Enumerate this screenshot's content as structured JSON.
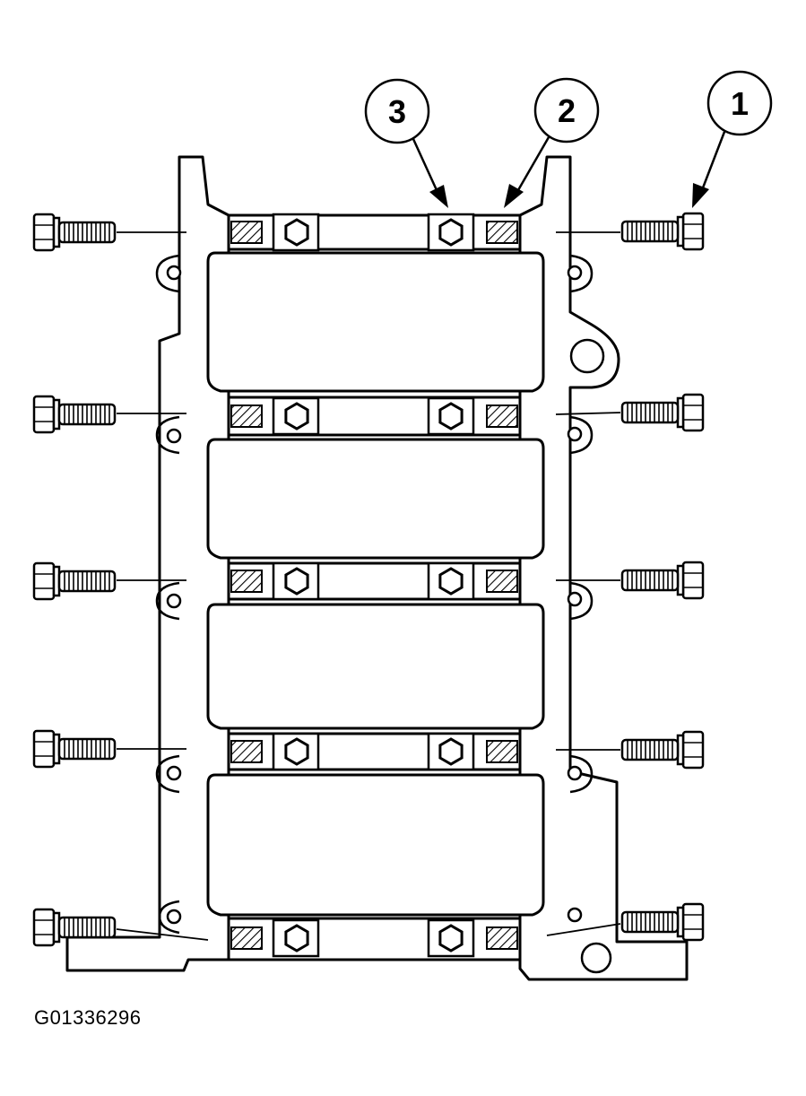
{
  "figure": {
    "id_label": "G01336296"
  },
  "callouts": [
    {
      "number": "1"
    },
    {
      "number": "2"
    },
    {
      "number": "3"
    }
  ],
  "colors": {
    "line": "#000000",
    "background": "#ffffff"
  }
}
